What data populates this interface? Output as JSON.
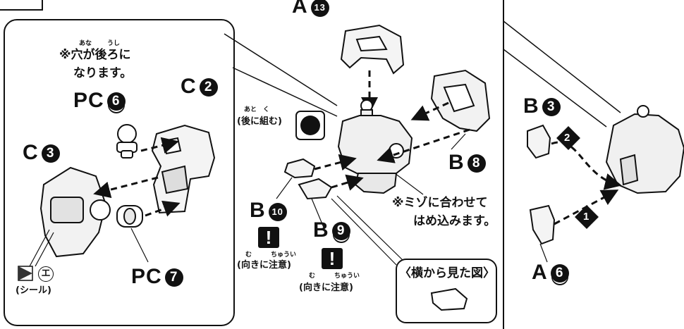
{
  "left_panel": {
    "hole_note_line1": "※穴が後ろに",
    "hole_note_ruby1": "あな",
    "hole_note_ruby2": "うし",
    "hole_note_line2": "なります。",
    "pc6_prefix": "PC",
    "pc6_num": "6",
    "c2_prefix": "C",
    "c2_num": "2",
    "c3_prefix": "C",
    "c3_num": "3",
    "pc7_prefix": "PC",
    "pc7_num": "7",
    "sticker_code": "エ",
    "sticker_label": "(シール)"
  },
  "center_panel": {
    "a13_prefix": "A",
    "a13_num": "13",
    "b8_prefix": "B",
    "b8_num": "8",
    "b10_prefix": "B",
    "b10_num": "10",
    "b9_prefix": "B",
    "b9_num": "9",
    "later_note": "(後に組む)",
    "later_ruby": "あと　く",
    "orient_note_1": "(向きに注意)",
    "orient_note_2": "(向きに注意)",
    "orient_ruby": "む　　　ちゅうい",
    "groove_note_line1": "※ミゾに合わせて",
    "groove_note_line2": "はめ込みます。",
    "side_view_label": "〈横から見た図〉"
  },
  "right_panel": {
    "b3_prefix": "B",
    "b3_num": "3",
    "a6_prefix": "A",
    "a6_num": "6",
    "step1": "1",
    "step2": "2"
  }
}
